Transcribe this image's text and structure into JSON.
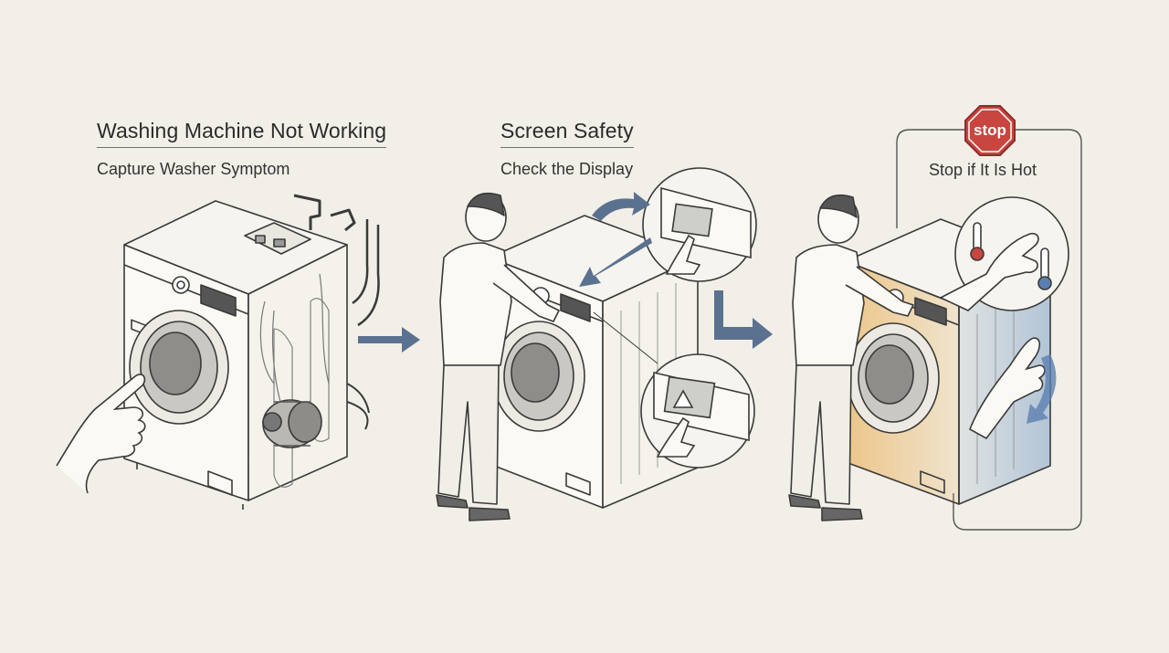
{
  "steps": [
    {
      "title": "Washing Machine Not Working",
      "subtitle": "Capture Washer Symptom"
    },
    {
      "title": "Screen Safety",
      "subtitle": "Check the Display"
    },
    {
      "title": "",
      "subtitle": "Stop if It Is Hot"
    }
  ],
  "stop_sign": {
    "label": "stop",
    "color": "#c9453f"
  },
  "colors": {
    "background": "#f1efe7",
    "arrow": "#5b7190",
    "hot": "#e8a43c",
    "cold": "#7fa1c9"
  }
}
